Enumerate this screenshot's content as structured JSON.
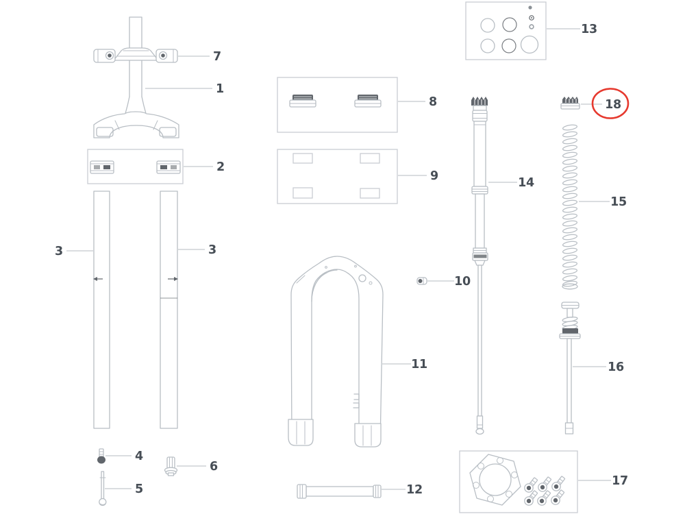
{
  "diagram": {
    "type": "exploded-parts-diagram",
    "subject": "suspension-fork",
    "background": "#ffffff",
    "colors": {
      "line": "#b8bec4",
      "box": "#c9cdd2",
      "dark": "#61666c",
      "mid": "#9aa0a6",
      "label": "#474e56",
      "leader": "#ced2d6",
      "highlight": "#e6392e"
    },
    "parts": [
      {
        "number": "1",
        "name": "crown-steerer-assembly"
      },
      {
        "number": "2",
        "name": "clip-kit-box"
      },
      {
        "number": "3",
        "name": "upper-tube"
      },
      {
        "number": "4",
        "name": "small-screw"
      },
      {
        "number": "5",
        "name": "long-rod"
      },
      {
        "number": "6",
        "name": "flanged-bolt"
      },
      {
        "number": "7",
        "name": "crown-brace"
      },
      {
        "number": "8",
        "name": "dust-seal-kit-box"
      },
      {
        "number": "9",
        "name": "foam-ring-kit-box"
      },
      {
        "number": "10",
        "name": "small-plug"
      },
      {
        "number": "11",
        "name": "lower-leg-assembly"
      },
      {
        "number": "12",
        "name": "thru-axle"
      },
      {
        "number": "13",
        "name": "o-ring-seal-kit-box"
      },
      {
        "number": "14",
        "name": "damper-assembly"
      },
      {
        "number": "15",
        "name": "coil-spring"
      },
      {
        "number": "16",
        "name": "rebound-shaft-assembly"
      },
      {
        "number": "17",
        "name": "brake-adapter-bolt-kit-box"
      },
      {
        "number": "18",
        "name": "top-cap",
        "highlighted": true
      }
    ],
    "highlight": {
      "part_number": "18",
      "shape": "red-circle"
    }
  }
}
